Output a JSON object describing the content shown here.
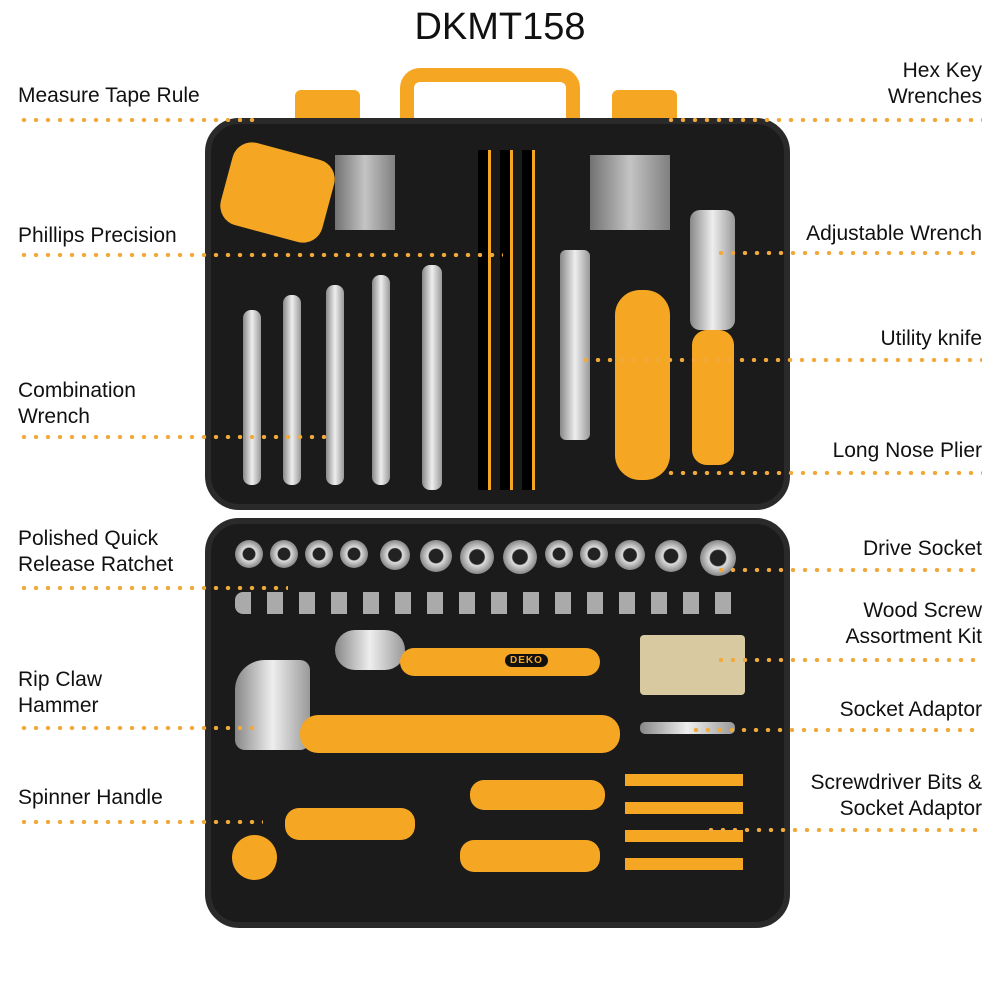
{
  "title": "DKMT158",
  "left_labels": [
    {
      "lines": [
        "Measure Tape Rule"
      ]
    },
    {
      "lines": [
        "Phillips Precision"
      ]
    },
    {
      "lines": [
        "Combination",
        "Wrench"
      ]
    },
    {
      "lines": [
        "Polished Quick",
        "Release Ratchet"
      ]
    },
    {
      "lines": [
        "Rip Claw",
        "Hammer"
      ]
    },
    {
      "lines": [
        "Spinner Handle"
      ]
    }
  ],
  "right_labels": [
    {
      "lines": [
        "Hex Key",
        "Wrenches"
      ]
    },
    {
      "lines": [
        "Adjustable Wrench"
      ]
    },
    {
      "lines": [
        "Utility knife"
      ]
    },
    {
      "lines": [
        "Long Nose Plier"
      ]
    },
    {
      "lines": [
        "Drive Socket"
      ]
    },
    {
      "lines": [
        "Wood Screw",
        "Assortment Kit"
      ]
    },
    {
      "lines": [
        "Socket Adaptor"
      ]
    },
    {
      "lines": [
        "Screwdriver Bits &",
        "Socket Adaptor"
      ]
    }
  ],
  "brand": "DEKO",
  "colors": {
    "accent": "#f5a623",
    "dots": "#f2a93b",
    "case": "#1b1b1b"
  }
}
